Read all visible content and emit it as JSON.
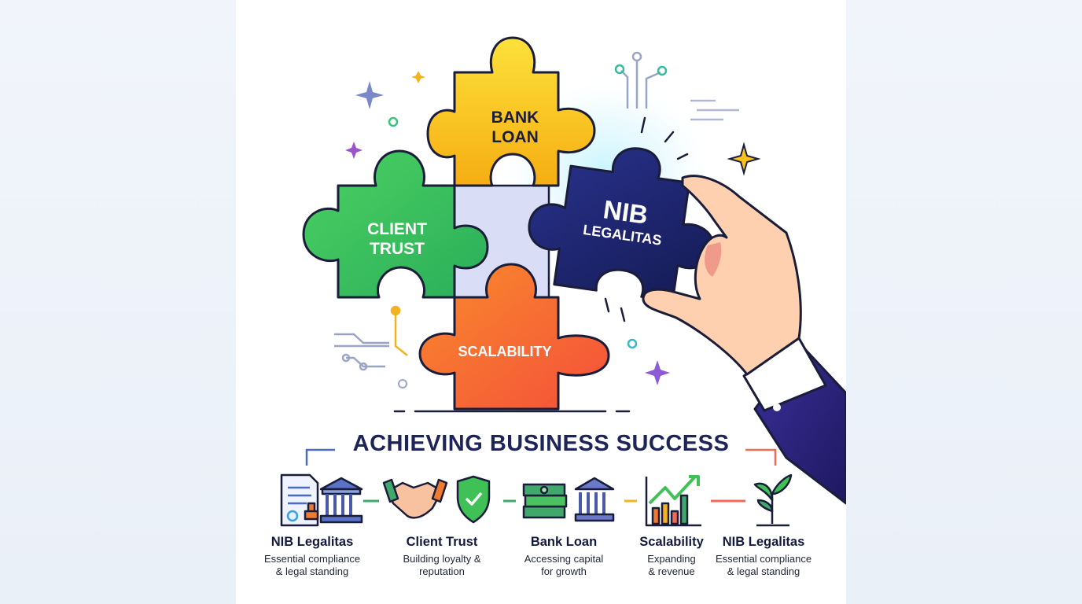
{
  "puzzle": {
    "bank_loan": [
      "BANK",
      "LOAN"
    ],
    "client_trust": [
      "CLIENT",
      "TRUST"
    ],
    "scalability": "SCALABILITY",
    "nib": [
      "NIB",
      "LEGALITAS"
    ]
  },
  "title": "ACHIEVING BUSINESS SUCCESS",
  "steps": [
    {
      "label": "NIB Legalitas",
      "desc_line1": "Essential compliance",
      "desc_line2": "& legal standing",
      "icon": "document-stamp-bank-icon"
    },
    {
      "label": "Client Trust",
      "desc_line1": "Building loyalty &",
      "desc_line2": "reputation",
      "icon": "handshake-shield-icon"
    },
    {
      "label": "Bank Loan",
      "desc_line1": "Accessing capital",
      "desc_line2": "for growth",
      "icon": "money-bank-icon"
    },
    {
      "label": "Scalability",
      "desc_line1": "Expanding",
      "desc_line2": "& revenue",
      "icon": "growth-chart-icon"
    },
    {
      "label": "NIB Legalitas",
      "desc_line1": "Essential compliance",
      "desc_line2": "& legal standing",
      "icon": "sprout-icon"
    }
  ],
  "colors": {
    "green": "#3fc157",
    "yellow": "#f7c21a",
    "orange": "#f7702a",
    "navy": "#1c2260",
    "lavender": "#d9def6",
    "outline": "#1a1d3a"
  }
}
